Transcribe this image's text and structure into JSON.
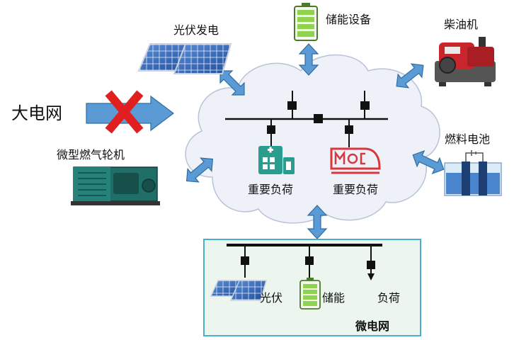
{
  "labels": {
    "pv": "光伏发电",
    "storage": "储能设备",
    "diesel": "柴油机",
    "grid": "大电网",
    "turbine": "微型燃气轮机",
    "fuelcell": "燃料电池",
    "load_hospital": "重要负荷",
    "load_train": "重要负荷"
  },
  "microgrid": {
    "title": "微电网",
    "pv_label": "光伏",
    "storage_label": "储能",
    "load_label": "负荷"
  },
  "colors": {
    "arrow_fill": "#5b9bd5",
    "arrow_stroke": "#2e6da4",
    "cross": "#e02020",
    "cloud_fill": "#eef1f8",
    "cloud_stroke": "#b8c3d8",
    "battery_green": "#8fd34f",
    "battery_frame": "#4a7a2a",
    "microgrid_fill": "#ecf5ee",
    "microgrid_border": "#48b0c8",
    "hospital_icon": "#2a9d8f",
    "train_icon": "#d9363e",
    "solar_panel": "#2f63b7",
    "generator_body": "#c8262c",
    "turbine_body": "#1f6e68",
    "tank_liquid": "#2f73c4"
  },
  "icons": {
    "pv": "solar-panel-icon",
    "storage": "battery-icon",
    "diesel": "diesel-generator-icon",
    "turbine": "gas-turbine-icon",
    "fuelcell": "fuel-cell-icon",
    "hospital": "hospital-icon",
    "train": "train-icon",
    "cross": "cross-mark-icon"
  }
}
